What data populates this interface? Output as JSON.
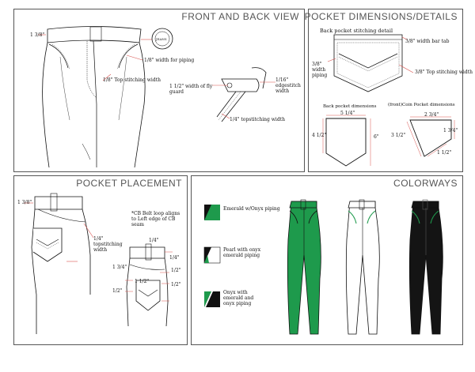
{
  "panels": {
    "front_back": {
      "title": "FRONT AND BACK VIEW",
      "labels": {
        "waistband": "1 3/8\"",
        "piping": "1/8\" width for piping",
        "topstitch": "1/8\" Top stitching width",
        "flyguard": "1 1/2\" width of fly guard",
        "edgestitch": "1/16\" edgestitch width",
        "fly_topstitch": "1/4\" topstitching width",
        "button_text": "JEANS"
      }
    },
    "pocket_dims": {
      "title": "POCKET DIMENSIONS/DETAILS",
      "labels": {
        "detail_title": "Back pocket  stitching detail",
        "bartack": "3/8\" width bar tab",
        "piping": "3/8\" width piping",
        "topstitch": "3/8\" Top stitching width",
        "back_dims_title": "Back pocket dimensions",
        "coin_dims_title": "(front)Coin Pocket dimensions",
        "back_top": "5 1/4\"",
        "back_side": "4 1/2\"",
        "back_height": "6\"",
        "coin_top": "2 3/4\"",
        "coin_left": "3 1/2\"",
        "coin_right": "1 3/4\"",
        "coin_bottom": "1 1/2\""
      }
    },
    "placement": {
      "title": "POCKET PLACEMENT",
      "labels": {
        "waistband": "1 3/8\"",
        "topstitch": "1/4\" topstitching width",
        "beltloop_note": "*CB Belt loop aligns to Left edge of CB seam",
        "m1": "1/4\"",
        "m2": "1/4\"",
        "m3": "1/2\"",
        "m4": "1/2\"",
        "m5": "1 1/2\"",
        "m6": "1/2\"",
        "m7": "1 3/4\""
      }
    },
    "colorways": {
      "title": "COLORWAYS",
      "items": [
        {
          "label": "Emerald w/Onyx piping",
          "main": "#1e9a4c",
          "accent": "#111111"
        },
        {
          "label": "Pearl with onyx emerald piping",
          "main": "#ffffff",
          "accent": "#111111"
        },
        {
          "label": "Onyx with emerald and onyx piping",
          "main": "#111111",
          "accent": "#1e9a4c"
        }
      ],
      "colors": {
        "emerald": "#1e9a4c",
        "onyx": "#141414",
        "pearl": "#ffffff"
      }
    }
  }
}
